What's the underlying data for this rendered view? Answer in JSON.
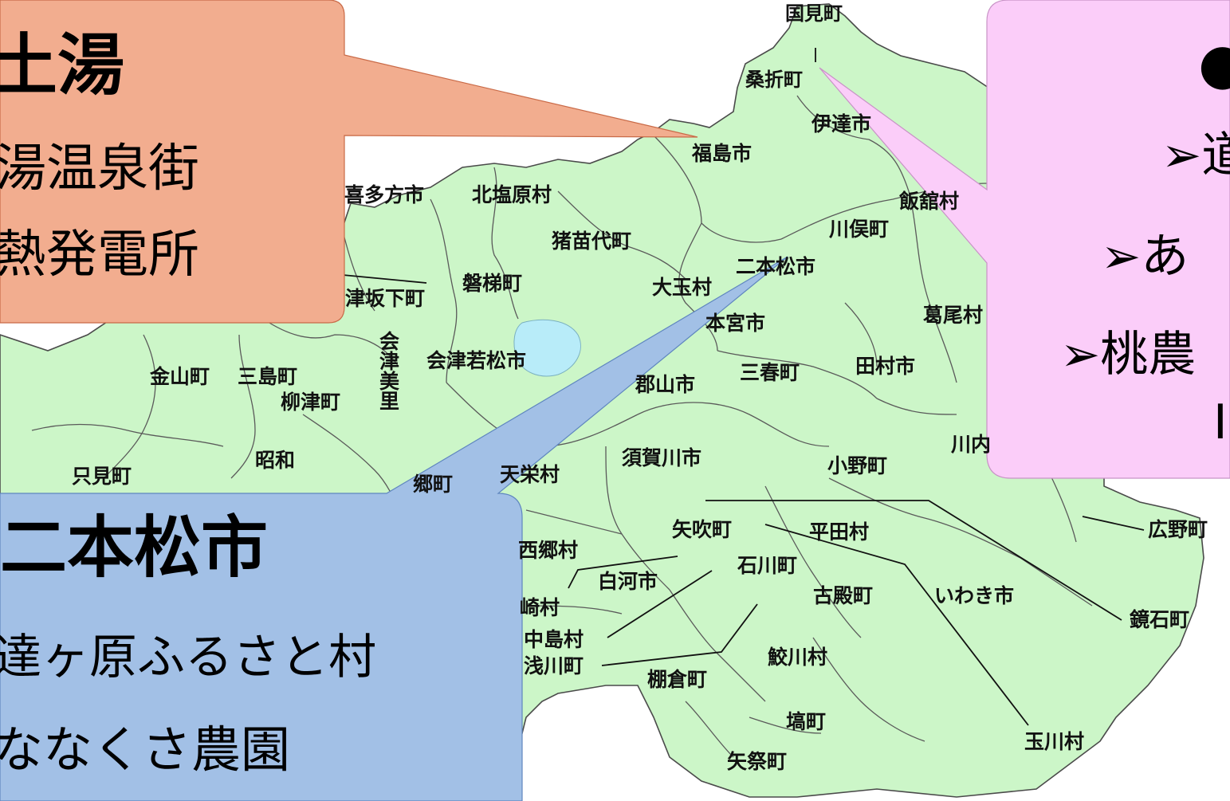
{
  "map": {
    "municipalities": {
      "kunimi": "国見町",
      "koori": "桑折町",
      "date": "伊達市",
      "fukushima": "福島市",
      "kitakata": "喜多方市",
      "kitashiobara": "北塩原村",
      "iitate": "飯舘村",
      "kawamata": "川俣町",
      "inawashiro": "猪苗代町",
      "nihonmatsu": "二本松市",
      "bandai": "磐梯町",
      "aizubange": "津坂下町",
      "otama": "大玉村",
      "motomiya": "本宮市",
      "katsurao": "葛尾村",
      "aizumisato": "会津美里",
      "aizuwakamatsu": "会津若松市",
      "kaneyama": "金山町",
      "mishima": "三島町",
      "yanaizu": "柳津町",
      "koriyama": "郡山市",
      "miharu": "三春町",
      "tamura": "田村市",
      "tadami": "只見町",
      "showa": "昭和",
      "sukagawa": "須賀川市",
      "kawauchi": "川内",
      "shimogo": "郷町",
      "tenei": "天栄村",
      "ono": "小野町",
      "hirono": "広野町",
      "yabuki": "矢吹町",
      "hirata": "平田村",
      "nishigo": "西郷村",
      "ishikawa": "石川町",
      "shirakawa": "白河市",
      "furudono": "古殿町",
      "iwaki": "いわき市",
      "izumizaki": "崎村",
      "kagamiishi": "鏡石町",
      "nakajima": "中島村",
      "asakawa": "浅川町",
      "samegawa": "鮫川村",
      "tanagura": "棚倉町",
      "hanawa": "塙町",
      "tamakawa": "玉川村",
      "yamatsuri": "矢祭町"
    }
  },
  "callouts": {
    "tsuchiyu": {
      "title": "土湯",
      "lines": [
        "湯温泉街",
        "熱発電所"
      ]
    },
    "nihonmatsu": {
      "title": "二本松市",
      "lines": [
        "達ヶ原ふるさと村",
        "ななくさ農園"
      ]
    },
    "koori": {
      "title": "●",
      "lines": [
        "➢道",
        "➢あ",
        "➢桃農",
        "Ⅰ"
      ]
    }
  },
  "colors": {
    "land": "#ccf6c8",
    "land_stroke": "#4a4a4a",
    "tsuchiyu_box": "#f2ad8f",
    "nihonmatsu_box": "#a2c0e6",
    "koori_box": "#fbcdf9"
  }
}
